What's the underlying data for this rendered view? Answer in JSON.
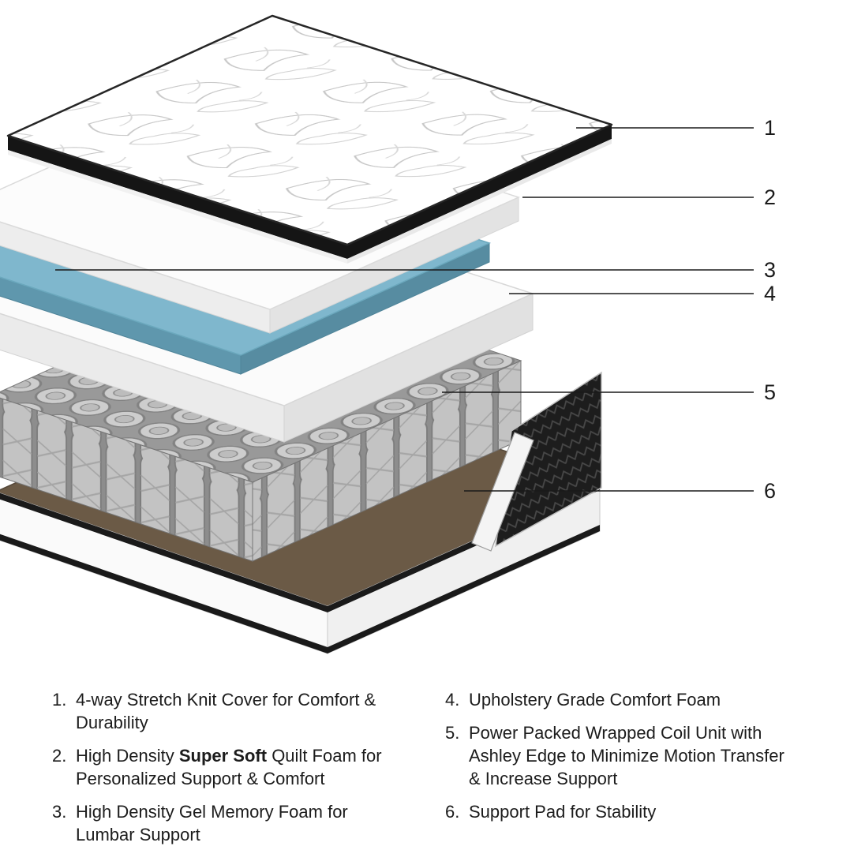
{
  "diagram": {
    "name": "mattress-cross-section-exploded-view",
    "callout_numbers": [
      "1",
      "2",
      "3",
      "4",
      "5",
      "6"
    ],
    "colors": {
      "gel_memory_foam": "#7fb7cd",
      "coil_gray": "#c3c3c3",
      "support_pad_brown": "#6b5a46",
      "edge_support_black": "#1d1d1d",
      "cover_trim_black": "#151515"
    }
  },
  "legend": {
    "items": [
      {
        "num": "1.",
        "pre": "4-way Stretch Knit Cover for Comfort & Durability",
        "bold": "",
        "post": ""
      },
      {
        "num": "2.",
        "pre": "High Density ",
        "bold": "Super Soft",
        "post": " Quilt Foam for Personalized Support & Comfort"
      },
      {
        "num": "3.",
        "pre": "High Density Gel Memory Foam for Lumbar Support",
        "bold": "",
        "post": ""
      },
      {
        "num": "4.",
        "pre": "Upholstery Grade Comfort Foam",
        "bold": "",
        "post": ""
      },
      {
        "num": "5.",
        "pre": "Power Packed Wrapped Coil Unit with Ashley Edge to Minimize Motion Transfer & Increase Support",
        "bold": "",
        "post": ""
      },
      {
        "num": "6.",
        "pre": "Support Pad for Stability",
        "bold": "",
        "post": ""
      }
    ]
  }
}
